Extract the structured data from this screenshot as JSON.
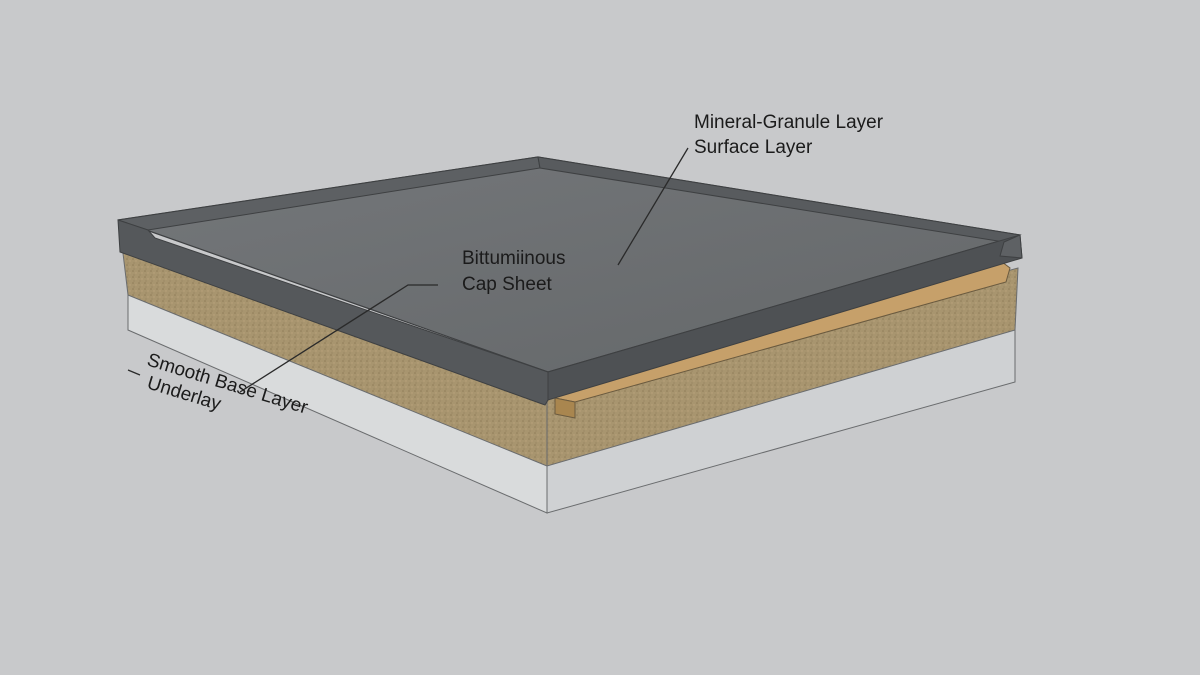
{
  "labels": {
    "top_right_line1": "Mineral-Granule Layer",
    "top_right_line2": "Surface Layer",
    "center_line1": "Bittumiinous",
    "center_line2": "Cap Sheet",
    "left_line1": "Smooth Base Layer",
    "left_line2": "Underlay"
  },
  "colors": {
    "background": "#c8c9cb",
    "cap_sheet_top": "#6b6e71",
    "cap_sheet_edge": "#545659",
    "granule_layer": "#a8956f",
    "strip_layer": "#c6a06a",
    "base_layer": "#d9dbdc"
  }
}
